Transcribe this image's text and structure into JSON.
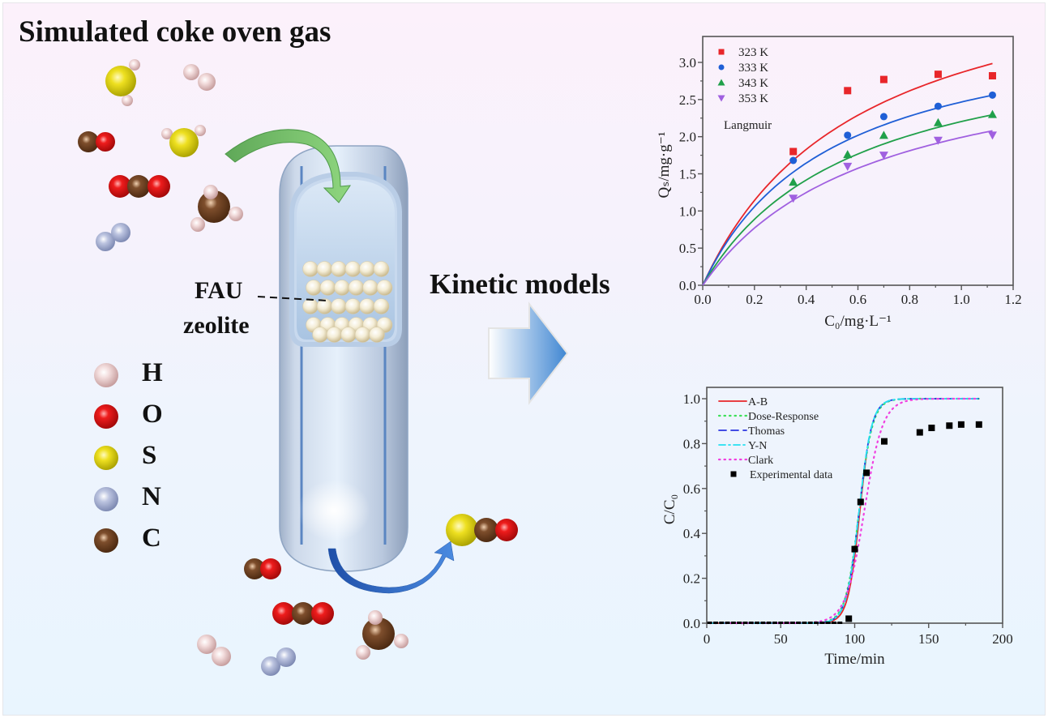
{
  "labels": {
    "main_title": "Simulated coke oven gas",
    "adsorbent_line1": "FAU",
    "adsorbent_line2": "zeolite",
    "process_label": "Kinetic models"
  },
  "element_legend": [
    {
      "symbol": "H",
      "color": "#e8c8c8"
    },
    {
      "symbol": "O",
      "color": "#e01a1a"
    },
    {
      "symbol": "S",
      "color": "#e6d814"
    },
    {
      "symbol": "N",
      "color": "#a8b2d4"
    },
    {
      "symbol": "C",
      "color": "#7a4a2a"
    }
  ],
  "input_molecules": [
    "H2S",
    "H2",
    "CO",
    "H2S",
    "CO2",
    "CH4",
    "N2"
  ],
  "output_molecules": [
    "COS",
    "CO",
    "CO2",
    "H2",
    "N2",
    "CH4"
  ],
  "colors": {
    "inlet_arrow": "#6fc06a",
    "outlet_arrow": "#2f67b8",
    "column": "#b8cde6",
    "zeolite_bead": "#f3ead0"
  },
  "chart_data": [
    {
      "type": "scatter",
      "title": "",
      "annotation": "Langmuir",
      "xlabel": "C₀/mg·L⁻¹",
      "ylabel": "Qₛ/mg·g⁻¹",
      "xlim": [
        0.0,
        1.2
      ],
      "ylim": [
        0.0,
        3.0
      ],
      "xticks": [
        "0.0",
        "0.2",
        "0.4",
        "0.6",
        "0.8",
        "1.0",
        "1.2"
      ],
      "yticks": [
        "0.0",
        "0.5",
        "1.0",
        "1.5",
        "2.0",
        "2.5",
        "3.0"
      ],
      "legend_position": "top-left",
      "grid": false,
      "x": [
        0.35,
        0.56,
        0.7,
        0.91,
        1.12
      ],
      "series": [
        {
          "name": "323 K",
          "color": "#e8262a",
          "marker": "square",
          "values": [
            1.8,
            2.62,
            2.77,
            2.84,
            2.82
          ],
          "fit": {
            "qm": 4.6,
            "kl": 1.65
          }
        },
        {
          "name": "333 K",
          "color": "#1f5fd6",
          "marker": "circle",
          "values": [
            1.68,
            2.02,
            2.27,
            2.41,
            2.56
          ],
          "fit": {
            "qm": 3.7,
            "kl": 2.0
          }
        },
        {
          "name": "343 K",
          "color": "#20a04a",
          "marker": "triangle-up",
          "values": [
            1.39,
            1.76,
            2.02,
            2.19,
            2.3
          ],
          "fit": {
            "qm": 3.5,
            "kl": 1.7
          }
        },
        {
          "name": "353 K",
          "color": "#a060e0",
          "marker": "triangle-down",
          "values": [
            1.17,
            1.6,
            1.75,
            1.95,
            2.02
          ],
          "fit": {
            "qm": 3.3,
            "kl": 1.52
          }
        }
      ]
    },
    {
      "type": "line",
      "title": "",
      "xlabel": "Time/min",
      "ylabel": "C/C₀",
      "xlim": [
        0,
        200
      ],
      "ylim": [
        0.0,
        1.0
      ],
      "xticks": [
        "0",
        "50",
        "100",
        "150",
        "200"
      ],
      "yticks": [
        "0.0",
        "0.2",
        "0.4",
        "0.6",
        "0.8",
        "1.0"
      ],
      "legend_position": "top-left",
      "grid": false,
      "series": [
        {
          "name": "A-B",
          "color": "#e8262a",
          "style": "solid",
          "model": {
            "t50": 103.5,
            "k": 0.245,
            "tmax": 108
          }
        },
        {
          "name": "Dose-Response",
          "color": "#3ee05a",
          "style": "dotted",
          "model": {
            "t50": 103.0,
            "k": 0.22,
            "tmax": 184
          }
        },
        {
          "name": "Thomas",
          "color": "#2b35e0",
          "style": "dashed",
          "model": {
            "t50": 103.0,
            "k": 0.23,
            "tmax": 184
          }
        },
        {
          "name": "Y-N",
          "color": "#25e0f0",
          "style": "dashdot",
          "model": {
            "t50": 103.0,
            "k": 0.232,
            "tmax": 184
          }
        },
        {
          "name": "Clark",
          "color": "#f040e0",
          "style": "dotted",
          "model": {
            "t50": 106.5,
            "k": 0.16,
            "tmax": 184
          }
        }
      ],
      "experimental": {
        "name": "Experimental data",
        "color": "#000000",
        "x": [
          2,
          6,
          10,
          14,
          18,
          22,
          26,
          30,
          34,
          38,
          42,
          46,
          50,
          54,
          58,
          62,
          66,
          70,
          74,
          78,
          82,
          86,
          90,
          96,
          100,
          104,
          108,
          120,
          144,
          152,
          164,
          172,
          184
        ],
        "y": [
          0,
          0,
          0,
          0,
          0,
          0,
          0,
          0,
          0,
          0,
          0,
          0,
          0,
          0,
          0,
          0,
          0,
          0,
          0,
          0,
          0,
          0,
          0,
          0.02,
          0.33,
          0.54,
          0.67,
          0.81,
          0.85,
          0.87,
          0.88,
          0.885,
          0.885
        ]
      }
    }
  ]
}
